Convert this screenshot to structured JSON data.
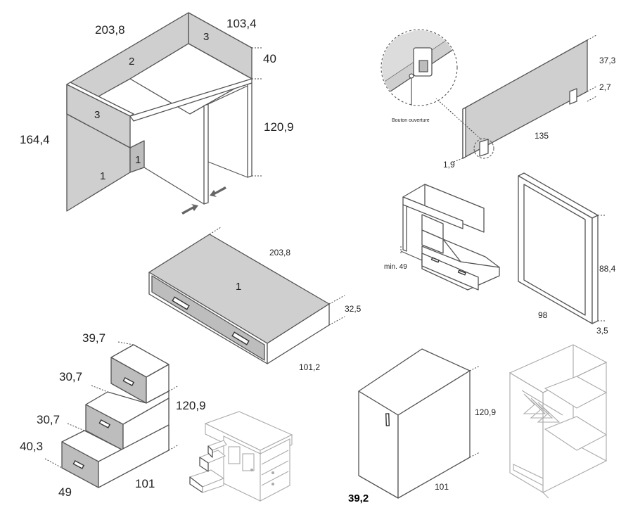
{
  "desk": {
    "width": "203,8",
    "depth": "103,4",
    "upper_height": "40",
    "leg_height": "120,9",
    "total_height": "164,4",
    "panel_1": "1",
    "panel_1b": "1",
    "panel_2": "2",
    "panel_3_back": "3",
    "panel_3_front": "3"
  },
  "panel": {
    "callout": "Bouton ouverture",
    "height": "37,3",
    "foot_height": "2,7",
    "length": "135",
    "thickness": "1,9"
  },
  "bed_drawer": {
    "width": "203,8",
    "panel_1": "1",
    "height": "32,5",
    "depth": "101,2"
  },
  "mini_layout": {
    "min_label": "min. 49"
  },
  "mirror": {
    "height": "88,4",
    "width": "98",
    "depth": "3,5"
  },
  "steps": {
    "step_top": "39,7",
    "step_mid": "30,7",
    "step_low": "30,7",
    "step_bottom": "40,3",
    "total_height": "120,9",
    "depth": "49",
    "length": "101"
  },
  "wardrobe": {
    "height": "120,9",
    "length": "101",
    "depth": "39,2"
  }
}
